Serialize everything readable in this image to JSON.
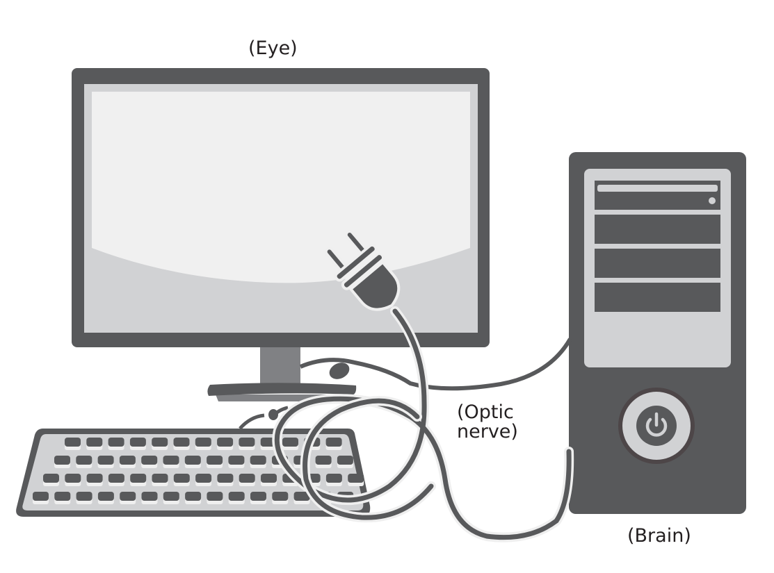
{
  "diagram": {
    "title": "Computer as eye, optic nerve and brain analogy",
    "labels": {
      "eye": "(Eye)",
      "optic_line1": "(Optic",
      "optic_line2": "nerve)",
      "brain": "(Brain)"
    },
    "parts": [
      "monitor",
      "keyboard",
      "mouse",
      "power-plug",
      "cable",
      "tower"
    ],
    "colors": {
      "dark": "#58595b",
      "mid": "#808184",
      "light": "#d1d2d4",
      "screen": "#f0f0f0",
      "highlight": "#efefef",
      "power_ring": "#4d4648",
      "text": "#231f20"
    }
  }
}
